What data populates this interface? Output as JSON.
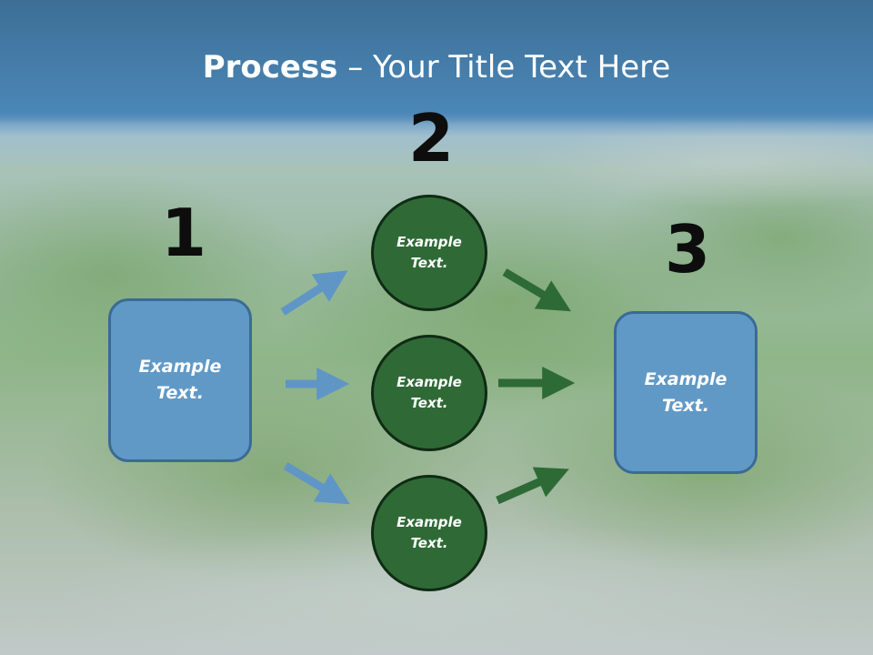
{
  "title": {
    "bold": "Process",
    "rest": " – Your Title Text Here"
  },
  "steps": {
    "one": {
      "number": "1",
      "text": "Example Text."
    },
    "two": {
      "number": "2"
    },
    "three": {
      "number": "3",
      "text": "Example Text."
    }
  },
  "circles": [
    {
      "text": "Example Text."
    },
    {
      "text": "Example Text."
    },
    {
      "text": "Example Text."
    }
  ],
  "colors": {
    "box_fill": "#6199c6",
    "circle_fill": "#2f6a36",
    "blue_arrow": "#5f96c6",
    "green_arrow": "#2e6a36",
    "title_band": "#4a85b5"
  }
}
